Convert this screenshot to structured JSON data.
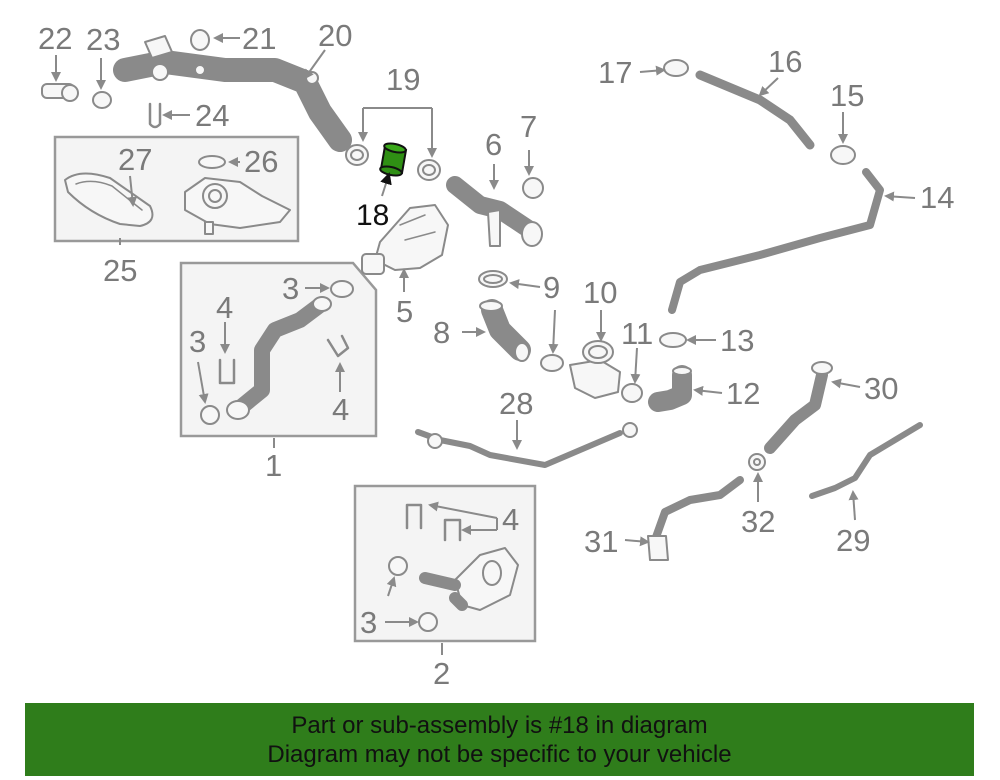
{
  "diagram": {
    "callouts": {
      "c1": "1",
      "c2": "2",
      "c3a": "3",
      "c3b": "3",
      "c3c": "3",
      "c4a": "4",
      "c4b": "4",
      "c4c": "4",
      "c5": "5",
      "c6": "6",
      "c7": "7",
      "c8": "8",
      "c9": "9",
      "c10": "10",
      "c11": "11",
      "c12": "12",
      "c13": "13",
      "c14": "14",
      "c15": "15",
      "c16": "16",
      "c17": "17",
      "c18": "18",
      "c19": "19",
      "c20": "20",
      "c21": "21",
      "c22": "22",
      "c23": "23",
      "c24": "24",
      "c25": "25",
      "c26": "26",
      "c27": "27",
      "c28": "28",
      "c29": "29",
      "c30": "30",
      "c31": "31",
      "c32": "32"
    },
    "highlight_color": "#2f8f14"
  },
  "banner": {
    "line1": "Part or sub-assembly is #18 in diagram",
    "line2": "Diagram may not be specific to your vehicle",
    "background": "#2f7d1b"
  }
}
